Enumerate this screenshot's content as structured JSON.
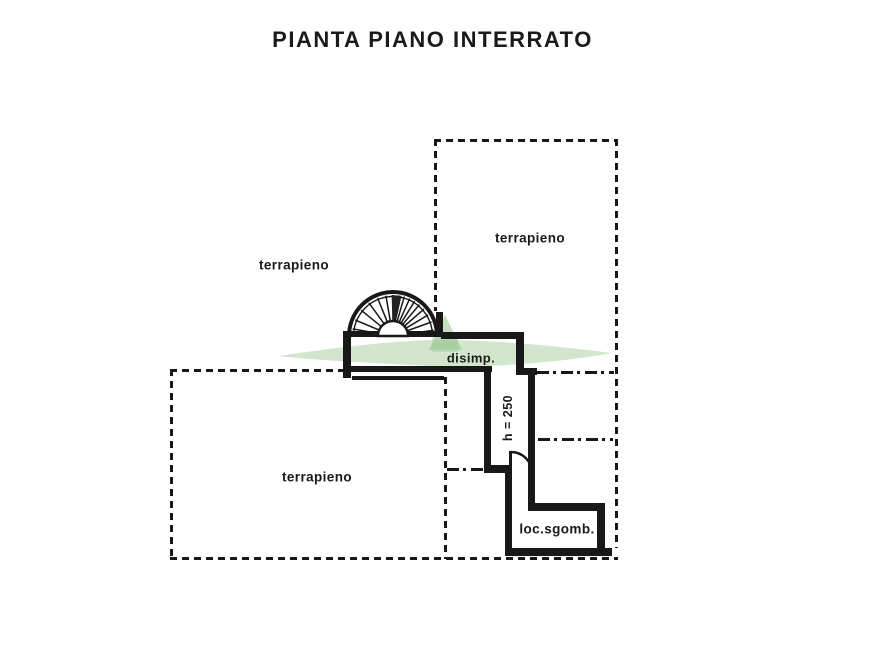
{
  "title": "PIANTA PIANO INTERRATO",
  "colors": {
    "ink": "#181818",
    "watermark_green": "#9cc893",
    "background": "#ffffff"
  },
  "plan": {
    "areas": {
      "terrapieno_top_right": {
        "label": "terrapieno"
      },
      "terrapieno_mid_left": {
        "label": "terrapieno"
      },
      "terrapieno_bottom_left": {
        "label": "terrapieno"
      },
      "disimpegno": {
        "label": "disimp."
      },
      "storage_room": {
        "label": "loc.sgomb."
      }
    },
    "annotations": {
      "corridor_height": {
        "label": "h = 250"
      }
    }
  }
}
